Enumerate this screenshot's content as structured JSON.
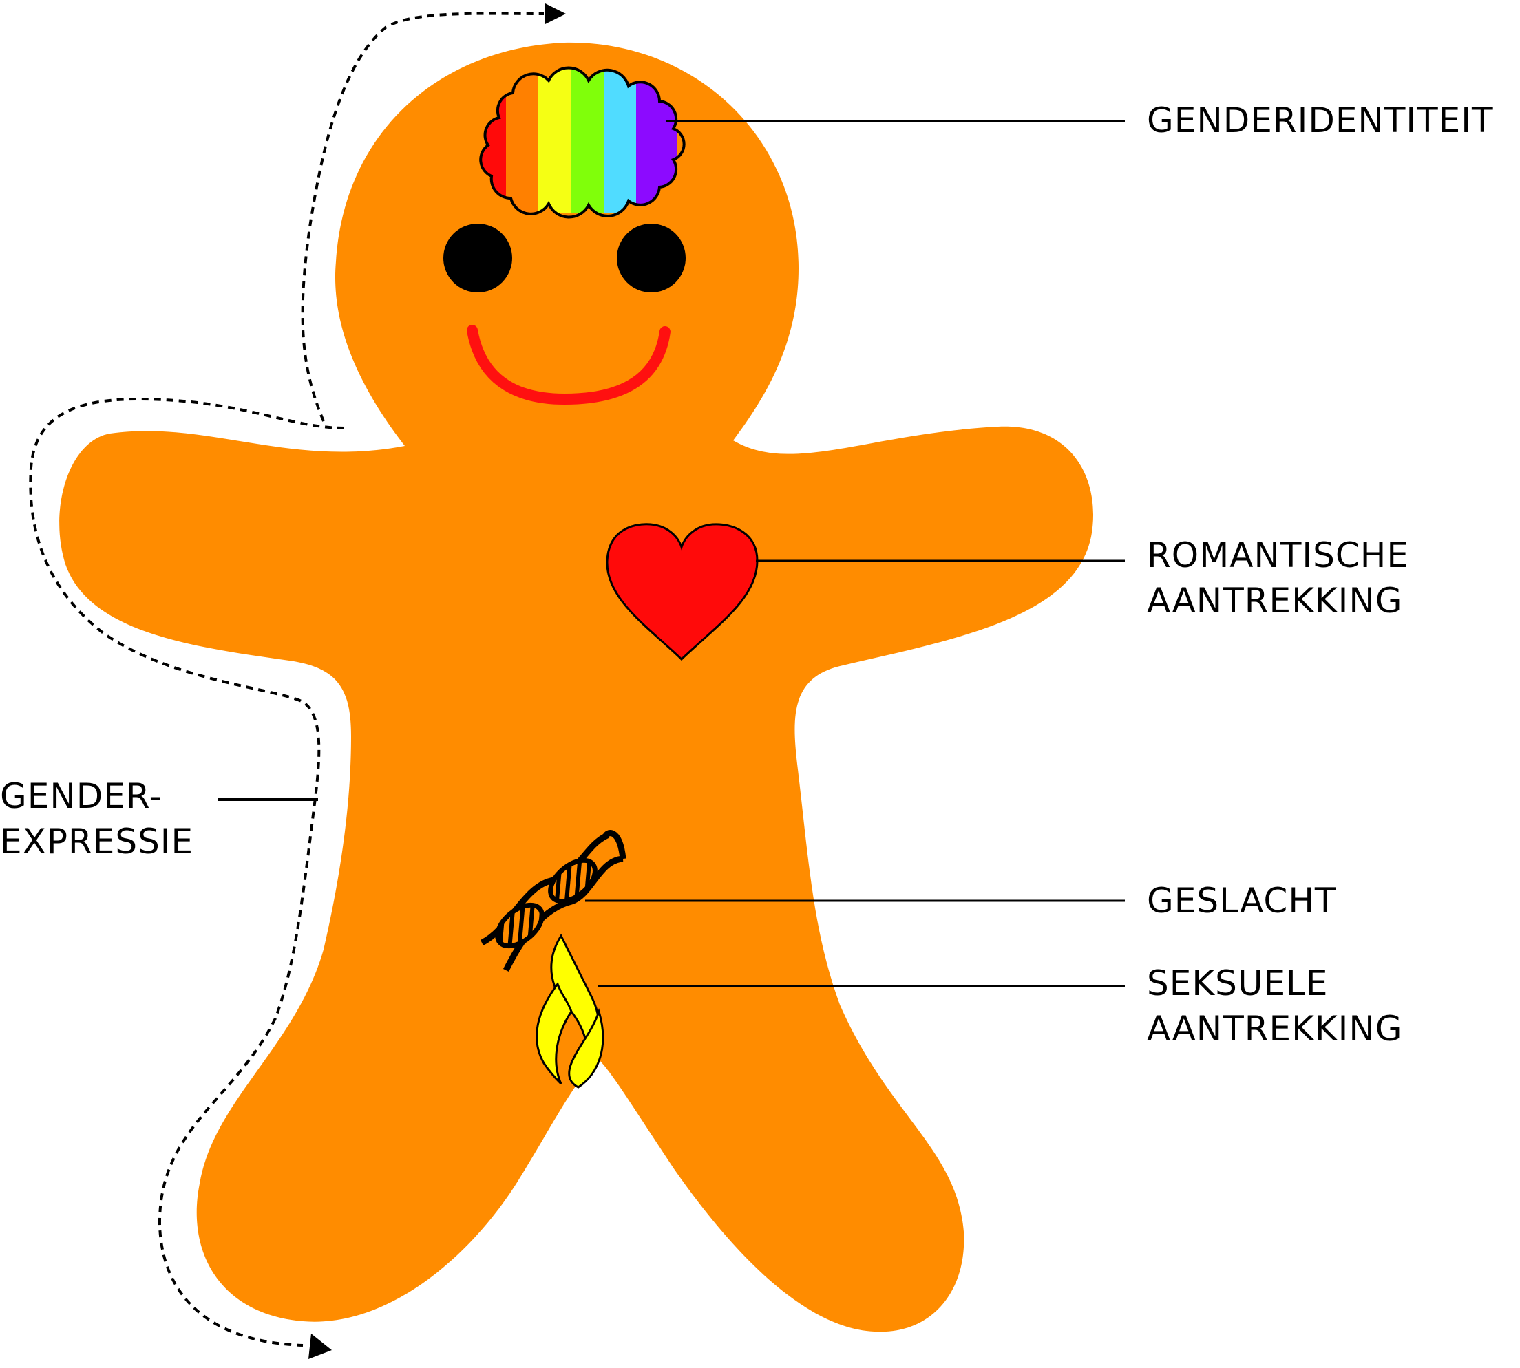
{
  "diagram": {
    "title": "",
    "figure": "gingerbread-person",
    "colors": {
      "body": "#FF8C00",
      "eyes": "#000000",
      "smile": "#FF1010",
      "heart": "#FF0A0A",
      "flame": "#FFFF00",
      "outline": "#000000",
      "rainbow": [
        "#FF0A0A",
        "#FF8000",
        "#F5FF14",
        "#80FF0A",
        "#50DCFF",
        "#8C0AFF"
      ]
    },
    "labels": {
      "gender_identity": {
        "lines": [
          "GENDERIDENTITEIT"
        ],
        "icon": "rainbow-brain-icon"
      },
      "romantic_attraction": {
        "lines": [
          "ROMANTISCHE",
          "AANTREKKING"
        ],
        "icon": "heart-icon"
      },
      "sex": {
        "lines": [
          "GESLACHT"
        ],
        "icon": "dna-helix-icon"
      },
      "sexual_attraction": {
        "lines": [
          "SEKSUELE",
          "AANTREKKING"
        ],
        "icon": "flame-icon"
      },
      "gender_expression": {
        "lines": [
          "GENDER-",
          "EXPRESSIE"
        ],
        "icon": "dashed-outline-arrow"
      }
    }
  }
}
